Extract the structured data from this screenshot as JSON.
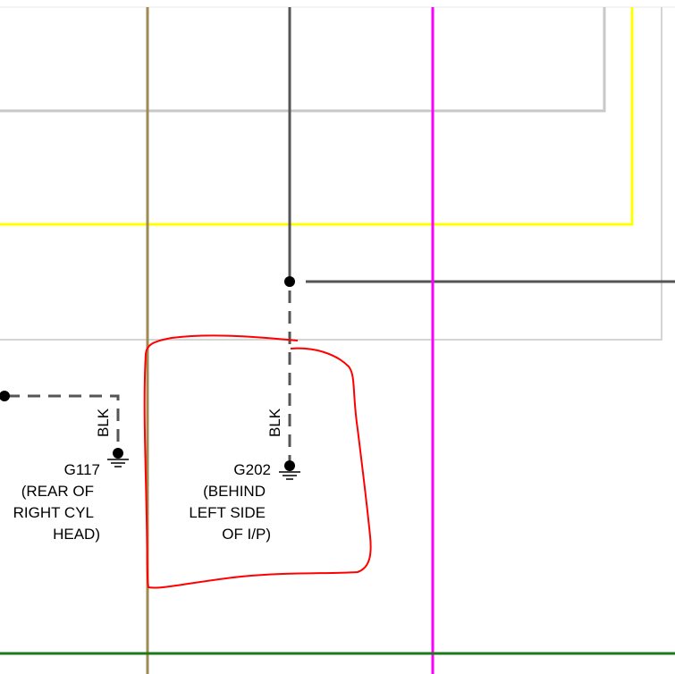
{
  "colors": {
    "background": "#ffffff",
    "tan_wire": "#a08a50",
    "dark_gray_wire": "#555555",
    "light_gray_wire": "#c8c8c8",
    "yellow_wire": "#ffff00",
    "magenta_wire": "#ff00ff",
    "green_wire": "#1a7a1a",
    "ground_wire": "#555555",
    "highlight": "#ff0000"
  },
  "grounds": [
    {
      "wire_color": "BLK",
      "id": "G117",
      "location_lines": [
        "(REAR OF",
        "RIGHT CYL",
        "HEAD)"
      ]
    },
    {
      "wire_color": "BLK",
      "id": "G202",
      "location_lines": [
        "(BEHIND",
        "LEFT SIDE",
        "OF I/P)"
      ]
    }
  ]
}
